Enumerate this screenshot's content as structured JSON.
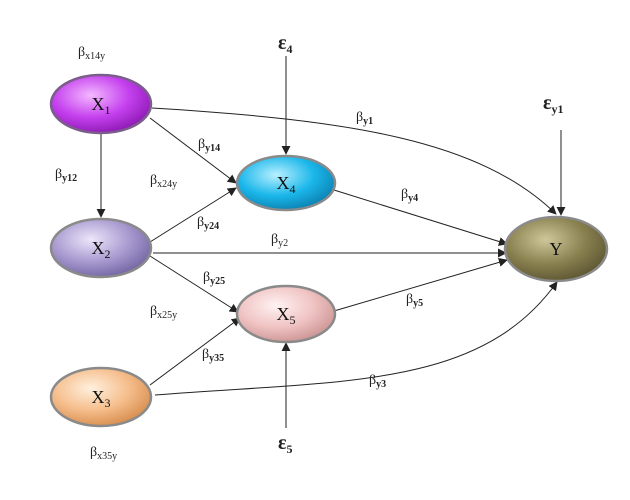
{
  "nodes": {
    "x1": {
      "base": "X",
      "sub": "1",
      "color": "#c040ec"
    },
    "x2": {
      "base": "X",
      "sub": "2",
      "color": "#a99ad0"
    },
    "x3": {
      "base": "X",
      "sub": "3",
      "color": "#f5bd8b"
    },
    "x4": {
      "base": "X",
      "sub": "4",
      "color": "#1bb7ea"
    },
    "x5": {
      "base": "X",
      "sub": "5",
      "color": "#f0c3c3"
    },
    "y": {
      "base": "Y",
      "sub": "",
      "color": "#8a8150"
    }
  },
  "errors": {
    "e4": {
      "base": "ε",
      "sub": "4"
    },
    "e5": {
      "base": "ε",
      "sub": "5"
    },
    "ey1": {
      "base": "ε",
      "sub": "y1"
    }
  },
  "paths": {
    "bx14y": {
      "base": "β",
      "sub": "x14y"
    },
    "by12": {
      "base": "β",
      "sub": "y12"
    },
    "bx24y": {
      "base": "β",
      "sub": "x24y"
    },
    "by14": {
      "base": "β",
      "sub": "y14"
    },
    "by24": {
      "base": "β",
      "sub": "y24"
    },
    "by25": {
      "base": "β",
      "sub": "y25"
    },
    "bx25y": {
      "base": "β",
      "sub": "x25y"
    },
    "by35": {
      "base": "β",
      "sub": "y35"
    },
    "bx35y": {
      "base": "β",
      "sub": "x35y"
    },
    "by1": {
      "base": "β",
      "sub": "y1"
    },
    "by4": {
      "base": "β",
      "sub": "y4"
    },
    "by2": {
      "base": "β",
      "sub": "y2"
    },
    "by5": {
      "base": "β",
      "sub": "y5"
    },
    "by3": {
      "base": "β",
      "sub": "y3"
    }
  }
}
